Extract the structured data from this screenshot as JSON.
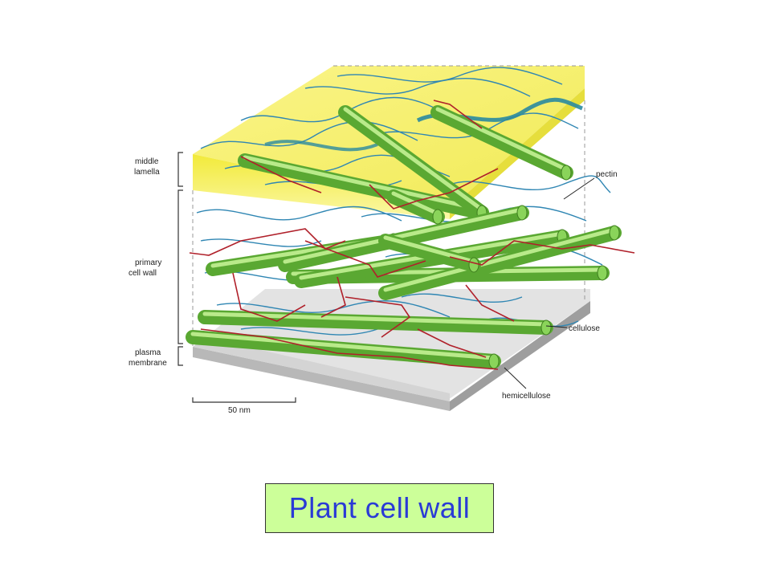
{
  "labels": {
    "middle_lamella": [
      "middle",
      "lamella"
    ],
    "primary_cell_wall": [
      "primary",
      "cell wall"
    ],
    "plasma_membrane": [
      "plasma",
      "membrane"
    ],
    "pectin": "pectin",
    "cellulose": "cellulose",
    "hemicellulose": "hemicellulose",
    "scale_bar": "50 nm"
  },
  "caption": "Plant cell wall",
  "colors": {
    "middle_lamella_fill": "#f4f060",
    "pectin": "#2f86b3",
    "cellulose": "#7cc84a",
    "hemicellulose": "#b0202a",
    "membrane": "#c8c8c8",
    "caption_bg": "#ccff99",
    "caption_text": "#2a3ad6"
  }
}
